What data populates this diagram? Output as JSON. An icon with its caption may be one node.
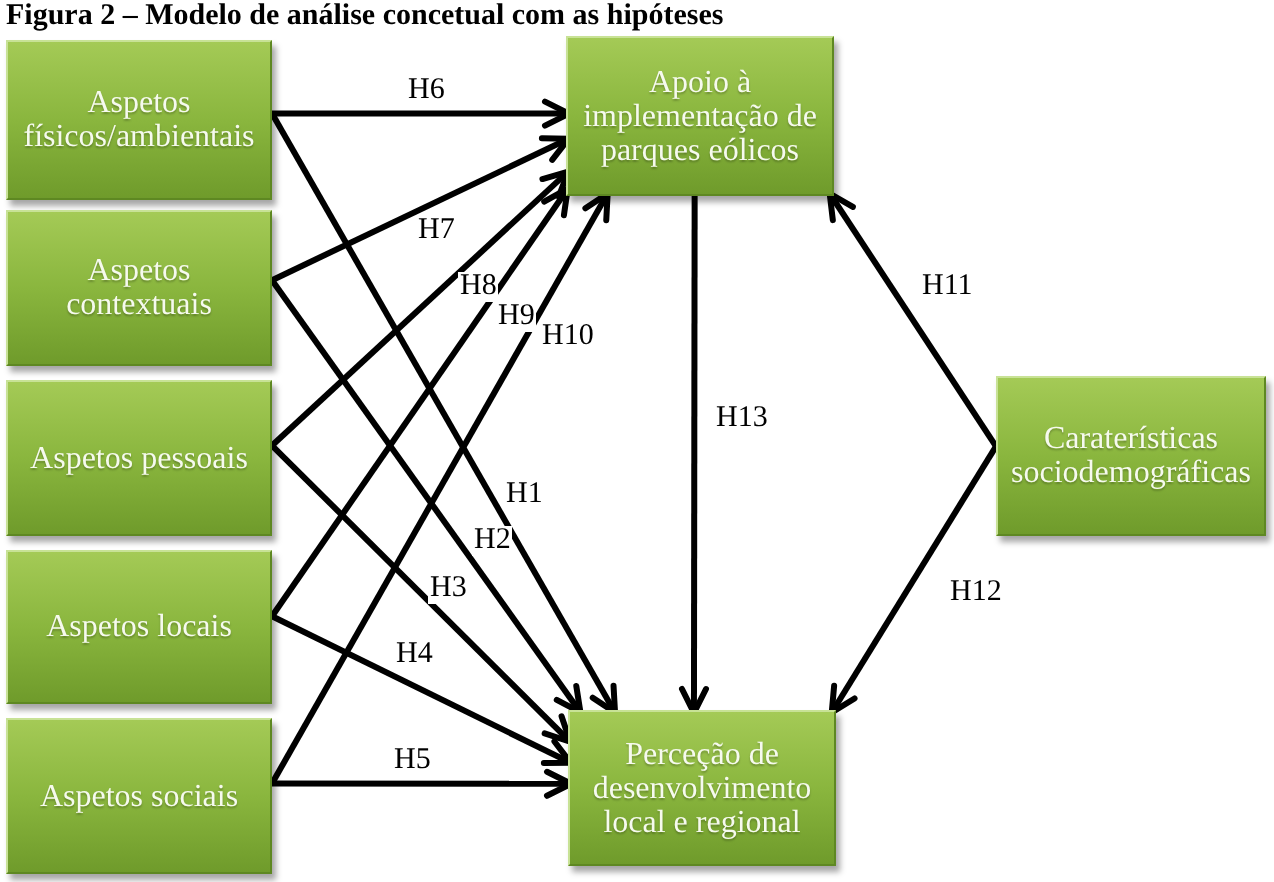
{
  "diagram": {
    "title": "Figura 2 – Modelo de análise concetual com as hipóteses",
    "nodes": [
      {
        "text": [
          "Aspetos físicos/ambientais"
        ]
      },
      {
        "text": [
          "Aspetos contextuais"
        ]
      },
      {
        "text": [
          "Aspetos pessoais"
        ]
      },
      {
        "text": [
          "Aspetos locais"
        ]
      },
      {
        "text": [
          "Aspetos sociais"
        ]
      },
      {
        "text": [
          "Apoio à implementação de parques eólicos"
        ]
      },
      {
        "text": [
          "Perceção de desenvolvimento local e regional"
        ]
      },
      {
        "text": [
          "Caraterísticas sociodemográficas"
        ]
      }
    ],
    "edges": [
      {
        "from": 0,
        "to": 6,
        "arrow": "to",
        "label": "H1"
      },
      {
        "from": 1,
        "to": 6,
        "arrow": "to",
        "label": "H2"
      },
      {
        "from": 2,
        "to": 6,
        "arrow": "to",
        "label": "H3"
      },
      {
        "from": 3,
        "to": 6,
        "arrow": "to",
        "label": "H4"
      },
      {
        "from": 4,
        "to": 6,
        "arrow": "to",
        "label": "H5"
      },
      {
        "from": 0,
        "to": 5,
        "arrow": "to",
        "label": "H6"
      },
      {
        "from": 1,
        "to": 5,
        "arrow": "to",
        "label": "H7"
      },
      {
        "from": 2,
        "to": 5,
        "arrow": "to",
        "label": "H8"
      },
      {
        "from": 3,
        "to": 5,
        "arrow": "to",
        "label": "H9"
      },
      {
        "from": 4,
        "to": 5,
        "arrow": "to",
        "label": "H10"
      },
      {
        "from": 7,
        "to": 5,
        "arrow": "to",
        "label": "H11"
      },
      {
        "from": 7,
        "to": 6,
        "arrow": "to",
        "label": "H12"
      },
      {
        "from": 5,
        "to": 6,
        "arrow": "to",
        "label": "H13"
      }
    ]
  }
}
